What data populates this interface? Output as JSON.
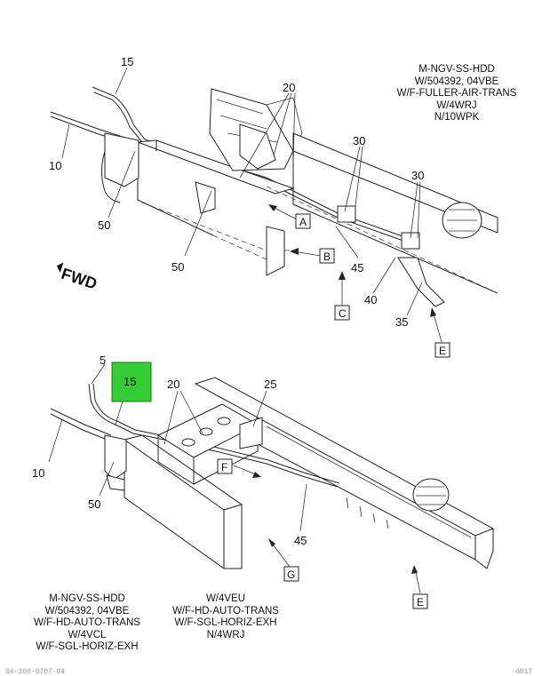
{
  "top_note": [
    "M-NGV-SS-HDD",
    "W/504392, 04VBE",
    "W/F-FULLER-AIR-TRANS",
    "W/4WRJ",
    "N/10WPK"
  ],
  "bottom_left_note": [
    "M-NGV-SS-HDD",
    "W/504392, 04VBE",
    "W/F-HD-AUTO-TRANS",
    "W/4VCL",
    "W/F-SGL-HORIZ-EXH"
  ],
  "bottom_mid_note": [
    "W/4VEU",
    "W/F-HD-AUTO-TRANS",
    "W/F-SGL-HORIZ-EXH",
    "N/4WRJ"
  ],
  "top_callouts": {
    "c15": "15",
    "c20": "20",
    "c30a": "30",
    "c30b": "30",
    "c10": "10",
    "c50a": "50",
    "c50b": "50",
    "c45": "45",
    "c40": "40",
    "c35": "35"
  },
  "top_boxes": {
    "A": "A",
    "B": "B",
    "C": "C",
    "E": "E"
  },
  "fwd_label": "FWD",
  "bottom_callouts": {
    "c5": "5",
    "c20": "20",
    "c25": "25",
    "c10": "10",
    "c50": "50",
    "c45": "45"
  },
  "bottom_boxes": {
    "F": "F",
    "G": "G",
    "E": "E"
  },
  "highlight": {
    "label": "15",
    "color": "#33cc33"
  },
  "footer_left": "04-300-0707-04",
  "footer_right": "4017"
}
